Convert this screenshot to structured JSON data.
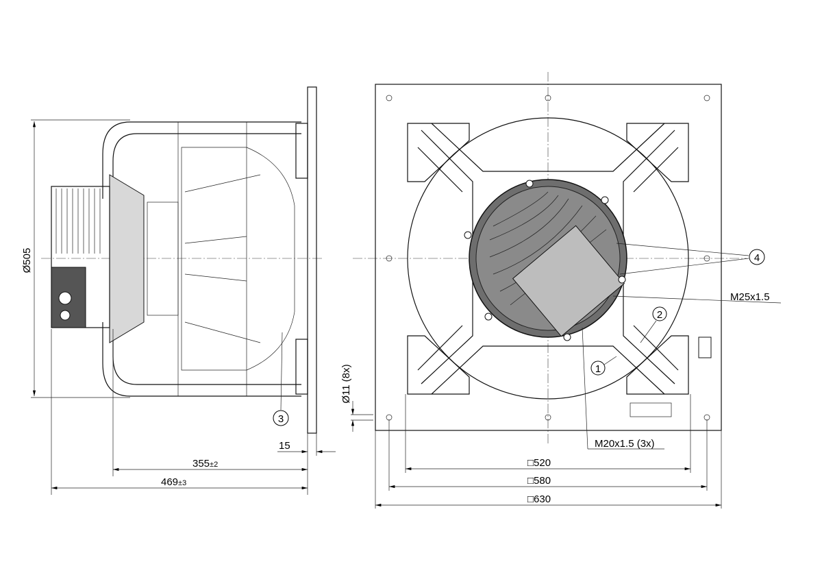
{
  "side_view": {
    "diameter_label": "Ø505",
    "flange_thickness_label": "15",
    "length_355_label": "355",
    "length_355_tol": "±2",
    "length_469_label": "469",
    "length_469_tol": "±3",
    "callout_3": "3"
  },
  "front_view": {
    "hole_label": "Ø11 (8x)",
    "square_520": "□520",
    "square_580": "□580",
    "square_630": "□630",
    "callout_1": "1",
    "callout_2": "2",
    "callout_4": "4",
    "thread_m25": "M25x1.5",
    "thread_m20": "M20x1.5 (3x)"
  }
}
